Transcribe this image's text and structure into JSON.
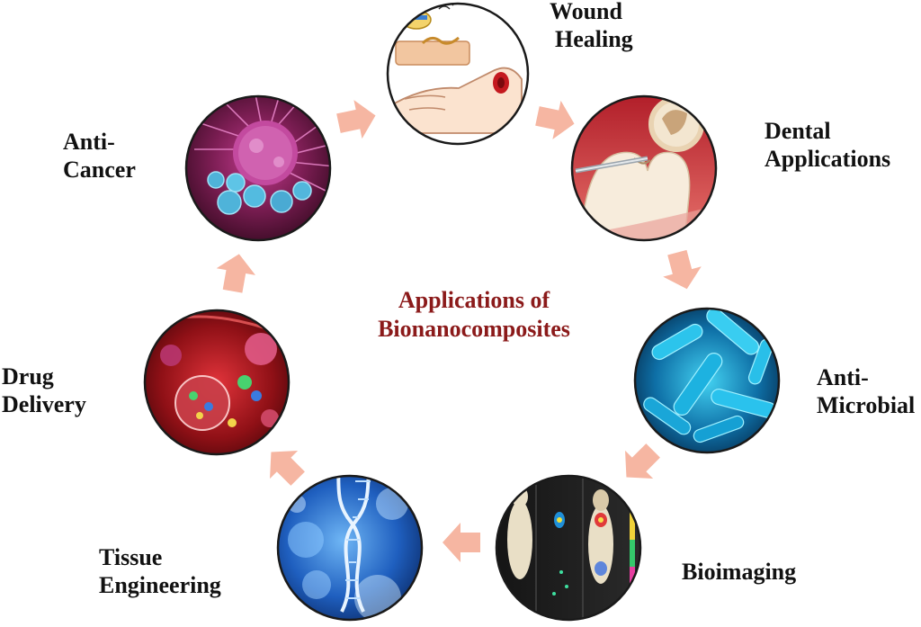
{
  "center_title": {
    "line1": "Applications of",
    "line2": "Bionanocomposites"
  },
  "colors": {
    "arrow": "#f6b6a2",
    "center_text": "#8b1a1a",
    "label_text": "#111111",
    "node_border": "#1a1a1a"
  },
  "nodes": [
    {
      "id": "wound-healing",
      "label_lines": [
        "Wound",
        "Healing"
      ],
      "image": "wound-healing-illustration"
    },
    {
      "id": "dental",
      "label_lines": [
        "Dental",
        "Applications"
      ],
      "image": "dental-procedure-illustration"
    },
    {
      "id": "anti-microbial",
      "label_lines": [
        "Anti-",
        "Microbial"
      ],
      "image": "bacteria-illustration"
    },
    {
      "id": "bioimaging",
      "label_lines": [
        "Bioimaging"
      ],
      "image": "mouse-bioimaging-scan"
    },
    {
      "id": "tissue-engineering",
      "label_lines": [
        "Tissue",
        "Engineering"
      ],
      "image": "dna-cells-illustration"
    },
    {
      "id": "drug-delivery",
      "label_lines": [
        "Drug",
        "Delivery"
      ],
      "image": "blood-vessel-nanoparticles-illustration"
    },
    {
      "id": "anti-cancer",
      "label_lines": [
        "Anti-",
        "Cancer"
      ],
      "image": "cancer-cell-illustration"
    }
  ]
}
